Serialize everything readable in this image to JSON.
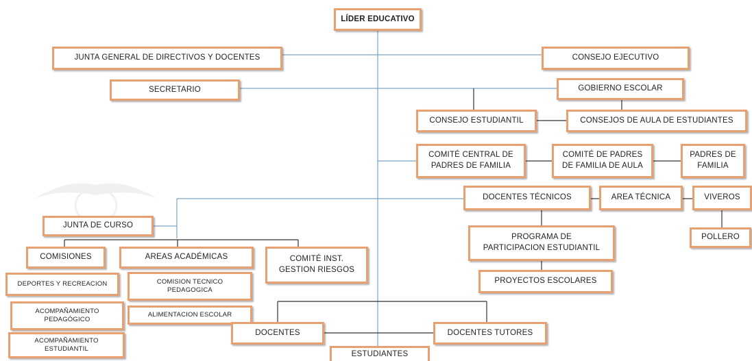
{
  "colors": {
    "line_main": "#7aa3c8",
    "line_dark": "#333333",
    "box_border": "#e8a070"
  },
  "nodes": {
    "lider": "LÍDER EDUCATIVO",
    "junta_general": "JUNTA GENERAL DE DIRECTIVOS Y DOCENTES",
    "consejo_ejecutivo": "CONSEJO EJECUTIVO",
    "secretario": "SECRETARIO",
    "gobierno_escolar": "GOBIERNO ESCOLAR",
    "consejo_estudiantil": "CONSEJO ESTUDIANTIL",
    "consejos_aula": "CONSEJOS DE AULA DE ESTUDIANTES",
    "comite_central": "COMITÉ CENTRAL DE\nPADRES DE FAMILIA",
    "comite_padres_aula": "COMITÉ DE PADRES\nDE FAMILIA DE AULA",
    "padres_familia": "PADRES DE\nFAMILIA",
    "docentes_tecnicos": "DOCENTES TÉCNICOS",
    "area_tecnica": "AREA TÉCNICA",
    "viveros": "VIVEROS",
    "pollero": "POLLERO",
    "programa_participacion": "PROGRAMA DE\nPARTICIPACION ESTUDIANTIL",
    "proyectos_escolares": "PROYECTOS ESCOLARES",
    "junta_curso": "JUNTA DE CURSO",
    "comisiones": "COMISIONES",
    "areas_academicas": "AREAS ACADÉMICAS",
    "comite_riesgos": "COMITÉ INST.\nGESTION RIESGOS",
    "deportes": "DEPORTES Y RECREACION",
    "acomp_pedagogico": "ACOMPAÑAMIENTO\nPEDAGÓGICO",
    "acomp_estudiantil": "ACOMPAÑAMIENTO\nESTUDIANTIL",
    "comision_tecnico": "COMISION TECNICO\nPEDAGOGICA",
    "alimentacion": "ALIMENTACION ESCOLAR",
    "docentes": "DOCENTES",
    "docentes_tutores": "DOCENTES TUTORES",
    "estudiantes": "ESTUDIANTES"
  }
}
